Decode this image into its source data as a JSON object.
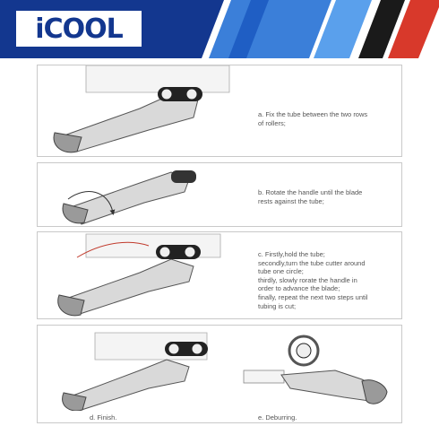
{
  "brand": {
    "name": "iCOOL",
    "name_left": "iC",
    "name_right": "OOL",
    "blue": "#13378f",
    "accent_dark": "#1a1a1a",
    "accent_red": "#d8392b"
  },
  "steps": [
    {
      "id": "a",
      "lines": [
        "a. Fix the tube  between the two rows",
        "of rollers;"
      ]
    },
    {
      "id": "b",
      "lines": [
        "b. Rotate the handle until the blade",
        "rests against the tube;"
      ]
    },
    {
      "id": "c",
      "lines": [
        "c. Firstly,hold the tube;",
        "secondly,turn the tube cutter around",
        "tube one circle;",
        "thirdly, slowly rorate the handle in",
        "order to advance the blade;",
        "finally, repeat the next two steps until",
        "tubing is cut;"
      ]
    },
    {
      "id": "d",
      "lines": [
        "d. Finish."
      ]
    },
    {
      "id": "e",
      "lines": [
        "e. Deburring."
      ]
    }
  ]
}
